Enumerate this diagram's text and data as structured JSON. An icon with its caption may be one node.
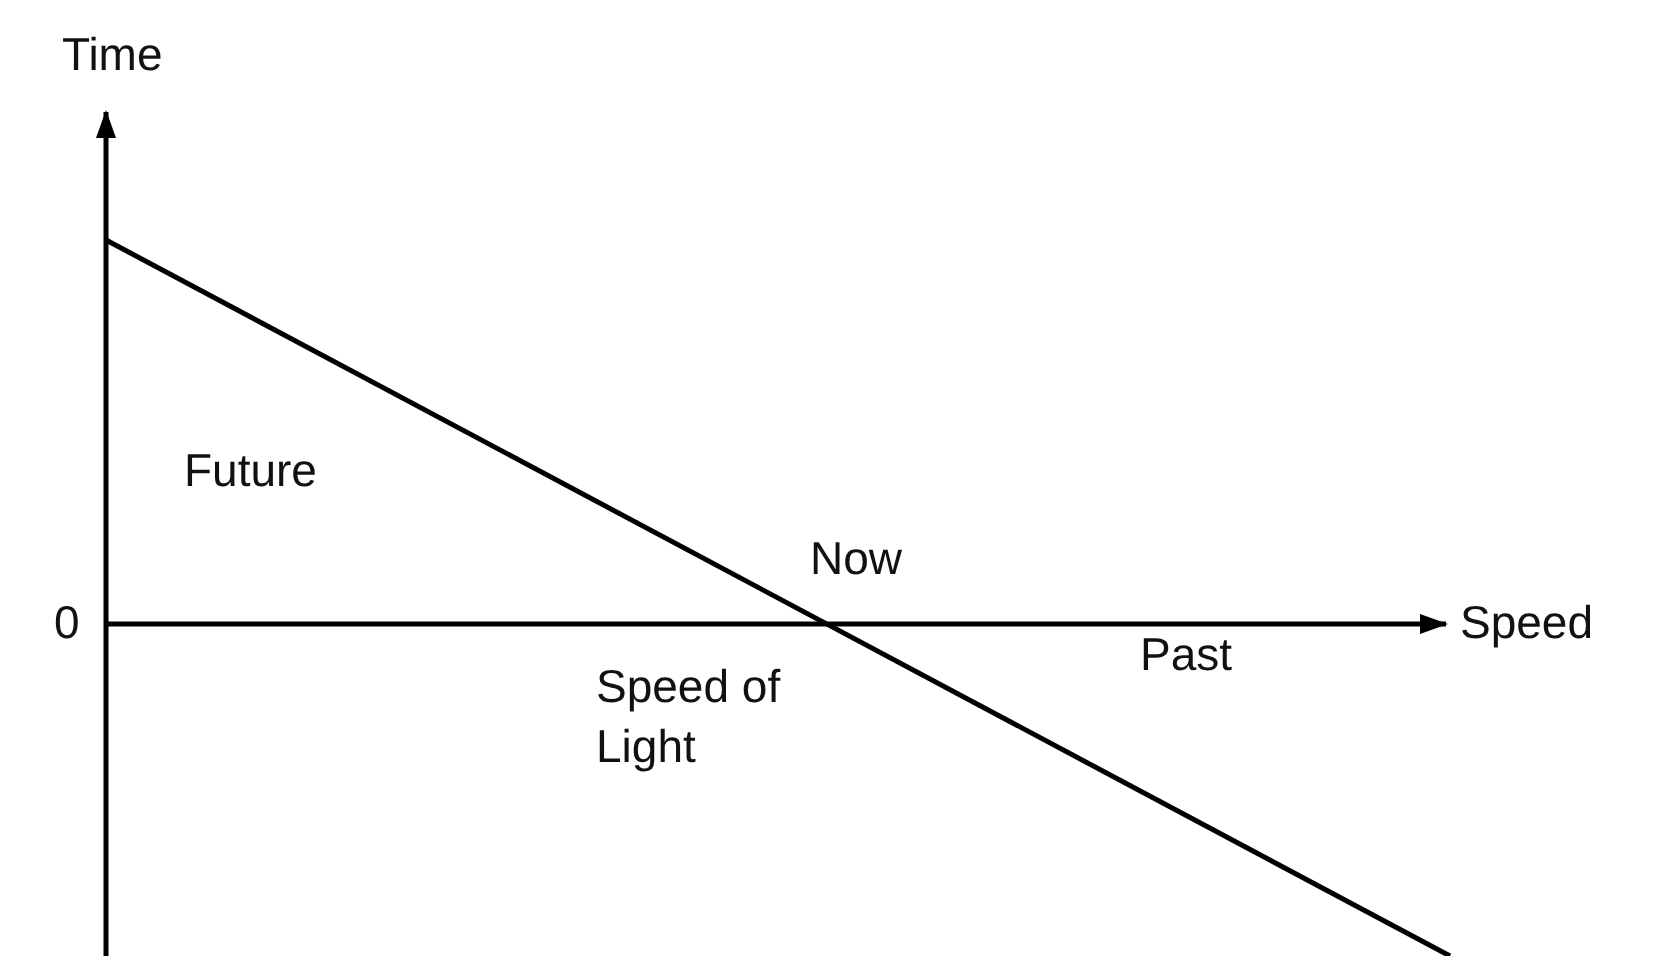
{
  "diagram": {
    "labels": [
      "Time",
      "Future",
      "Now",
      "0",
      "Speed",
      "Speed of Light",
      "Past"
    ]
  }
}
